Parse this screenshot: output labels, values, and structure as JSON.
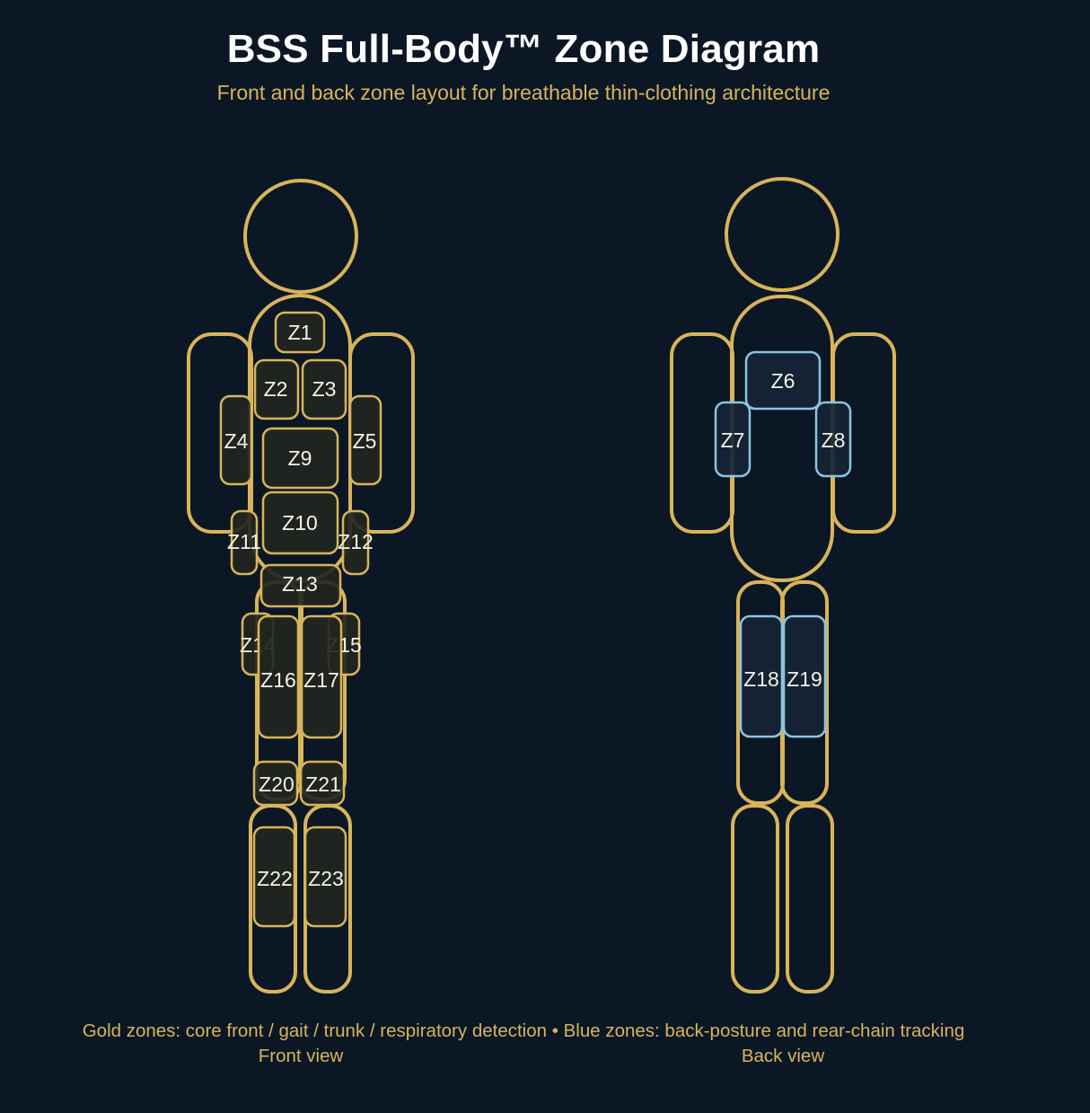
{
  "header": {
    "title": "BSS Full-Body™ Zone Diagram",
    "subtitle": "Front and back zone layout for breathable thin-clothing architecture"
  },
  "legend": {
    "text": "Gold zones: core front / gait / trunk / respiratory detection • Blue zones: back-posture and rear-chain tracking"
  },
  "views": {
    "front": {
      "label": "Front view"
    },
    "back": {
      "label": "Back view"
    }
  },
  "zones": {
    "front": [
      {
        "id": "Z1",
        "label": "Z1"
      },
      {
        "id": "Z2",
        "label": "Z2"
      },
      {
        "id": "Z3",
        "label": "Z3"
      },
      {
        "id": "Z4",
        "label": "Z4"
      },
      {
        "id": "Z5",
        "label": "Z5"
      },
      {
        "id": "Z9",
        "label": "Z9"
      },
      {
        "id": "Z10",
        "label": "Z10"
      },
      {
        "id": "Z11",
        "label": "Z11"
      },
      {
        "id": "Z12",
        "label": "Z12"
      },
      {
        "id": "Z13",
        "label": "Z13"
      },
      {
        "id": "Z14",
        "label": "Z14"
      },
      {
        "id": "Z15",
        "label": "Z15"
      },
      {
        "id": "Z16",
        "label": "Z16"
      },
      {
        "id": "Z17",
        "label": "Z17"
      },
      {
        "id": "Z20",
        "label": "Z20"
      },
      {
        "id": "Z21",
        "label": "Z21"
      },
      {
        "id": "Z22",
        "label": "Z22"
      },
      {
        "id": "Z23",
        "label": "Z23"
      }
    ],
    "back": [
      {
        "id": "Z6",
        "label": "Z6"
      },
      {
        "id": "Z7",
        "label": "Z7"
      },
      {
        "id": "Z8",
        "label": "Z8"
      },
      {
        "id": "Z18",
        "label": "Z18"
      },
      {
        "id": "Z19",
        "label": "Z19"
      }
    ]
  },
  "colors": {
    "background": "#0c1726",
    "gold": "#d8b45a",
    "blue": "#8cc4e0",
    "gold_zone_fill": "#23261f",
    "blue_zone_fill": "#172434",
    "title": "#ffffff",
    "zone_text": "#f4f1e8"
  }
}
